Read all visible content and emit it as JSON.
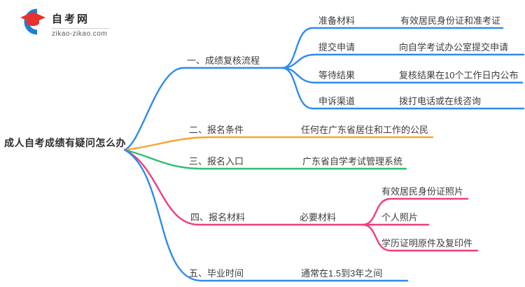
{
  "logo": {
    "title": "自考网",
    "domain": "zikao-zikao.com"
  },
  "central_topic": "成人自考成绩有疑问怎么办",
  "colors": {
    "blue": "#2E8BF0",
    "orange": "#F7A42B",
    "green": "#2EBE6E",
    "pink": "#F23C7C",
    "logo_blue": "#1E7FD0",
    "logo_red": "#E8312F"
  },
  "branches": [
    {
      "label": "一、成绩复核流程",
      "rows": [
        {
          "label": "准备材料",
          "detail": "有效居民身份证和准考证"
        },
        {
          "label": "提交申请",
          "detail": "向自学考试办公室提交申请"
        },
        {
          "label": "等待结果",
          "detail": "复核结果在10个工作日内公布"
        },
        {
          "label": "申诉渠道",
          "detail": "拨打电话或在线咨询"
        }
      ]
    },
    {
      "label": "二、报名条件",
      "detail": "任何在广东省居住和工作的公民"
    },
    {
      "label": "三、报名入口",
      "detail": "广东省自学考试管理系统"
    },
    {
      "label": "四、报名材料",
      "sub_label": "必要材料",
      "items": [
        "有效居民身份证照片",
        "个人照片",
        "学历证明原件及复印件"
      ]
    },
    {
      "label": "五、毕业时间",
      "detail": "通常在1.5到3年之间"
    }
  ]
}
